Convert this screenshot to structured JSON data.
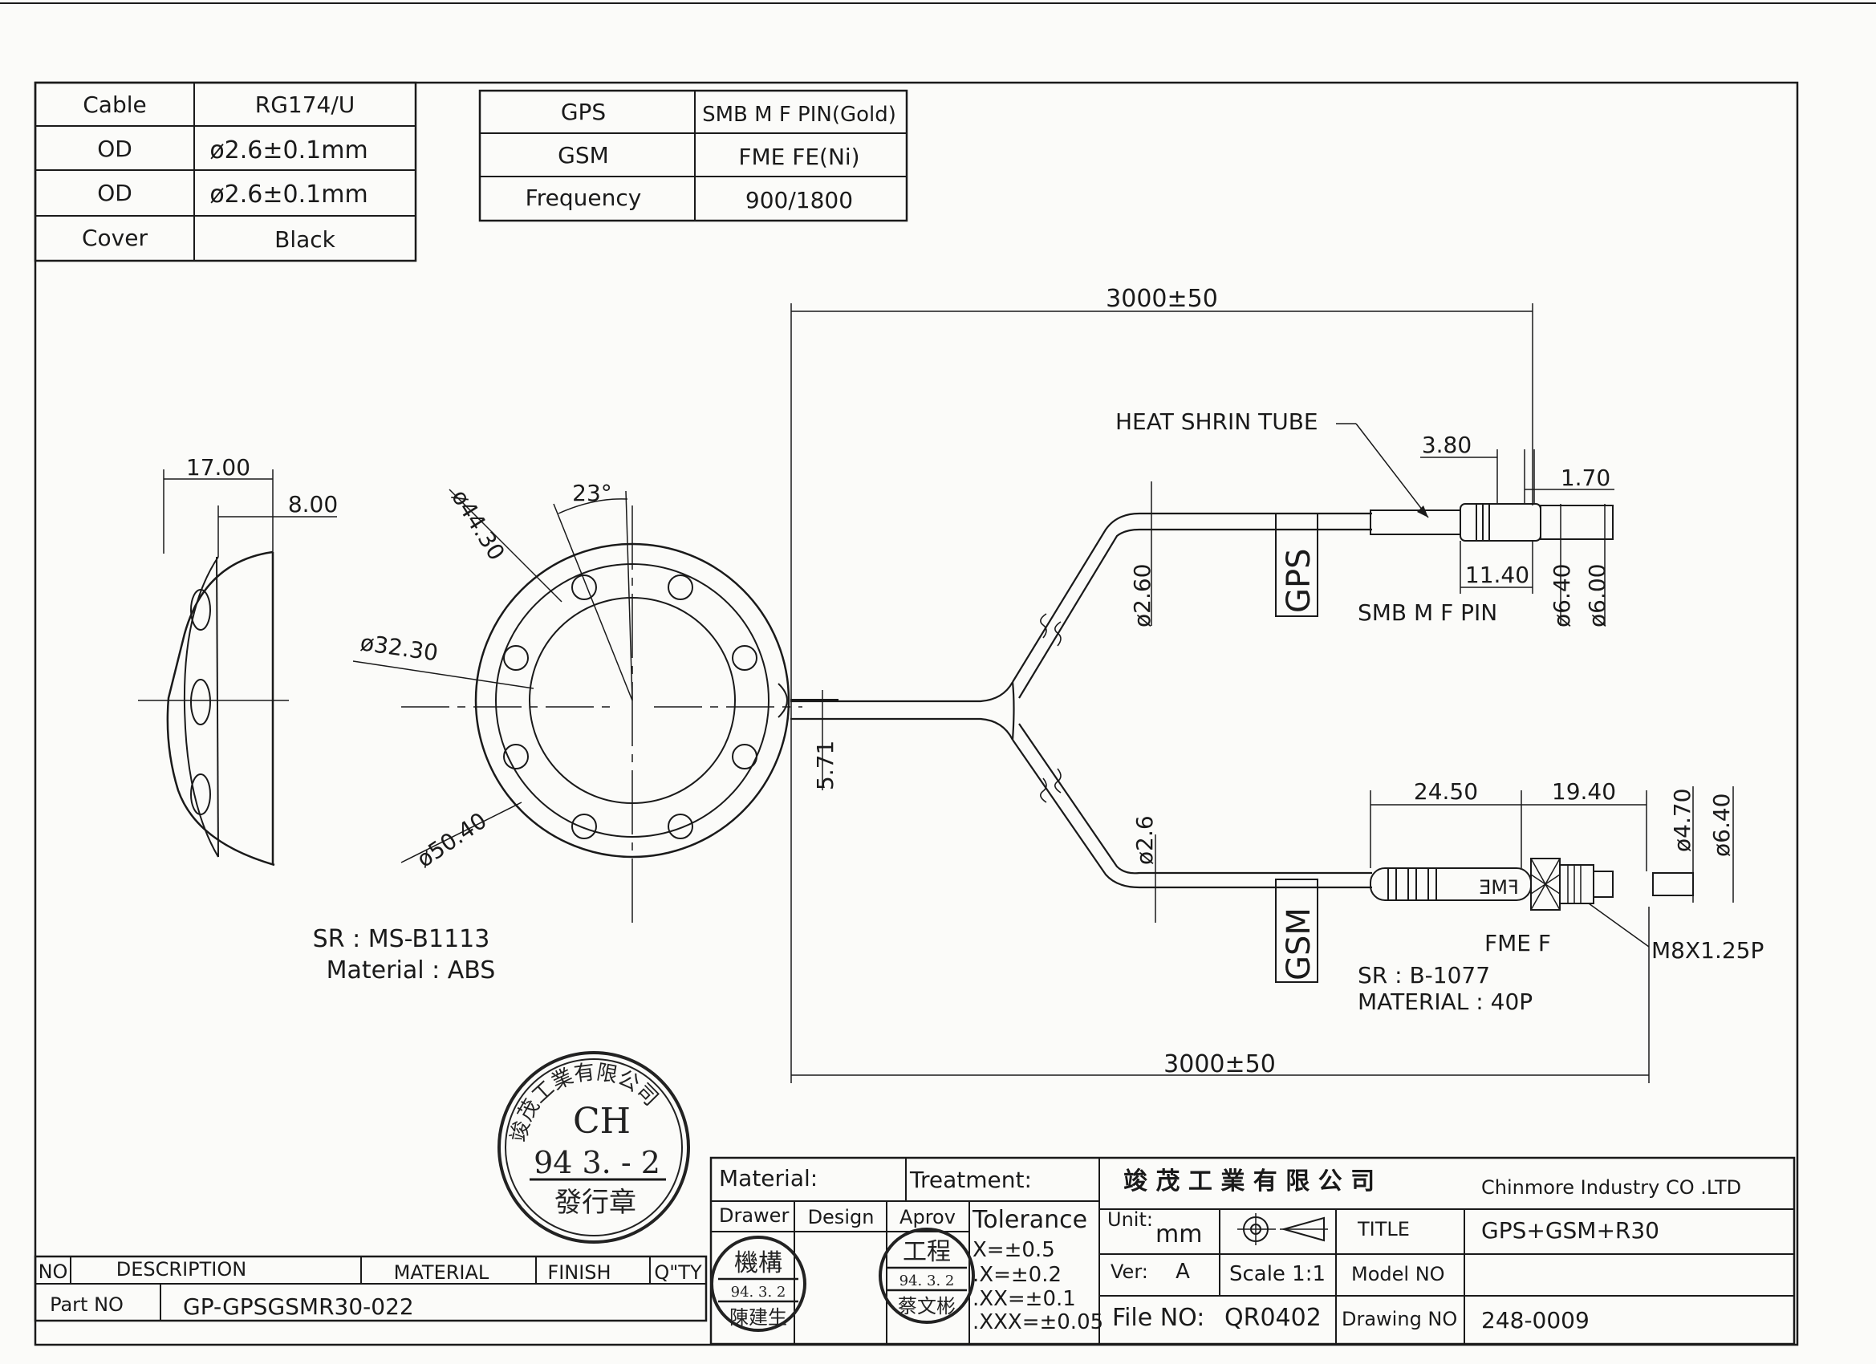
{
  "spec_table_left": [
    {
      "label": "Cable",
      "value": "RG174/U"
    },
    {
      "label": "OD",
      "value": "ø2.6±0.1mm"
    },
    {
      "label": "OD",
      "value": "ø2.6±0.1mm"
    },
    {
      "label": "Cover",
      "value": "Black"
    }
  ],
  "spec_table_right": [
    {
      "label": "GPS",
      "value": "SMB M F PIN(Gold)"
    },
    {
      "label": "GSM",
      "value": "FME FE(Ni)"
    },
    {
      "label": "Frequency",
      "value": "900/1800"
    }
  ],
  "dimensions": {
    "side_width": "17.00",
    "side_depth": "8.00",
    "top_angle": "23°",
    "d_44": "ø44.30",
    "d_32": "ø32.30",
    "d_50": "ø50.40",
    "cable_exit": "5.71",
    "length_top": "3000±50",
    "length_bottom": "3000±50",
    "gps_cable_d": "ø2.60",
    "gsm_cable_d": "ø2.6",
    "smb_380": "3.80",
    "smb_170": "1.70",
    "smb_1140": "11.40",
    "smb_d640": "ø6.40",
    "smb_d600": "ø6.00",
    "fme_2450": "24.50",
    "fme_1940": "19.40",
    "fme_d470": "ø4.70",
    "fme_d640": "ø6.40"
  },
  "labels": {
    "heat_shrink": "HEAT SHRIN TUBE",
    "gps_tag": "GPS",
    "gsm_tag": "GSM",
    "smb_pin": "SMB M F PIN",
    "fme_f": "FME F",
    "fme_mark": "FME",
    "thread": "M8X1.25P",
    "sr_gsm": "SR : B-1077",
    "material_gsm": "MATERIAL : 40P",
    "sr_antenna": "SR : MS-B1113",
    "material_antenna": "Material : ABS"
  },
  "stamps": {
    "company_stamp_ring": "竣茂工業有限公司",
    "company_stamp_top": "CH",
    "company_stamp_date": "94 3. - 2",
    "company_stamp_bottom": "發行章",
    "drawer_stamp_top": "機構",
    "drawer_stamp_date": "94. 3. 2",
    "drawer_stamp_name": "陳建生",
    "aprov_stamp_top": "工程",
    "aprov_stamp_date": "94. 3. 2",
    "aprov_stamp_name": "蔡文彬"
  },
  "parts_row": {
    "no": "NO",
    "description": "DESCRIPTION",
    "material": "MATERIAL",
    "finish": "FINISH",
    "qty": "Q\"TY",
    "part_no_label": "Part NO",
    "part_no": "GP-GPSGSMR30-022"
  },
  "title_block": {
    "material": "Material:",
    "treatment": "Treatment:",
    "company_cn": "竣 茂 工 業 有 限 公 司",
    "company_en": "Chinmore Industry CO .LTD",
    "drawer": "Drawer",
    "design": "Design",
    "aprov": "Aprov",
    "tolerance_title": "Tolerance",
    "tol_1": "X=±0.5",
    "tol_2": ".X=±0.2",
    "tol_3": ".XX=±0.1",
    "tol_4": ".XXX=±0.05",
    "unit_label": "Unit:",
    "unit_value": "mm",
    "title_label": "TITLE",
    "title_value": "GPS+GSM+R30",
    "ver_label": "Ver:",
    "ver_value": "A",
    "scale": "Scale 1:1",
    "model_no": "Model NO",
    "model_no_value": "",
    "file_no_label": "File NO:",
    "file_no_value": "QR0402",
    "drawing_no_label": "Drawing NO",
    "drawing_no_value": "248-0009"
  }
}
